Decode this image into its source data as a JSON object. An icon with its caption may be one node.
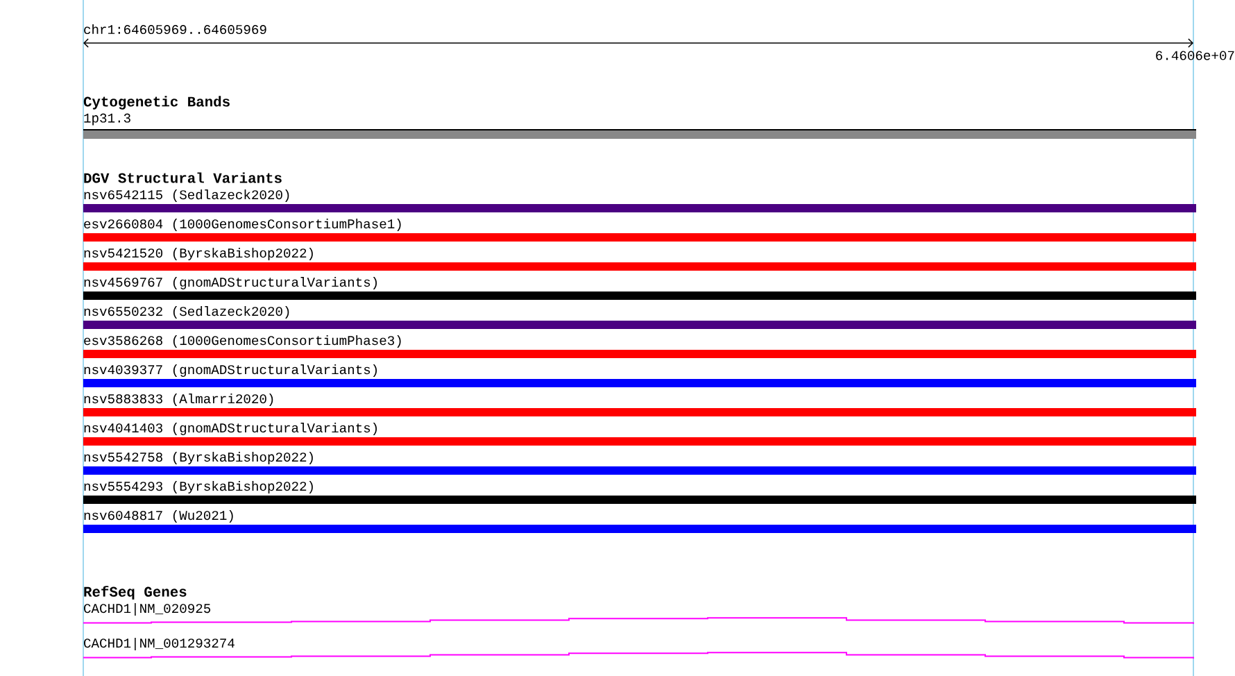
{
  "diagram": {
    "nodes": [
      {
        "text": [
          "1p31.3"
        ]
      },
      {
        "text": [
          "nsv6542115 (Sedlazeck2020)"
        ]
      },
      {
        "text": [
          "esv2660804 (1000GenomesConsortiumPhase1)"
        ]
      },
      {
        "text": [
          "nsv5421520 (ByrskaBishop2022)"
        ]
      },
      {
        "text": [
          "nsv4569767 (gnomADStructuralVariants)"
        ]
      },
      {
        "text": [
          "nsv6550232 (Sedlazeck2020)"
        ]
      },
      {
        "text": [
          "esv3586268 (1000GenomesConsortiumPhase3)"
        ]
      },
      {
        "text": [
          "nsv4039377 (gnomADStructuralVariants)"
        ]
      },
      {
        "text": [
          "nsv5883833 (Almarri2020)"
        ]
      },
      {
        "text": [
          "nsv4041403 (gnomADStructuralVariants)"
        ]
      },
      {
        "text": [
          "nsv5542758 (ByrskaBishop2022)"
        ]
      },
      {
        "text": [
          "nsv5554293 (ByrskaBishop2022)"
        ]
      },
      {
        "text": [
          "nsv6048817 (Wu2021)"
        ]
      },
      {
        "text": [
          "CACHD1|NM_020925"
        ]
      },
      {
        "text": [
          "CACHD1|NM_001293274"
        ]
      }
    ],
    "labels": [
      "chr1:64605969..64605969",
      "6.4606e+07",
      "Cytogenetic Bands",
      "DGV Structural Variants",
      "RefSeq Genes"
    ]
  }
}
